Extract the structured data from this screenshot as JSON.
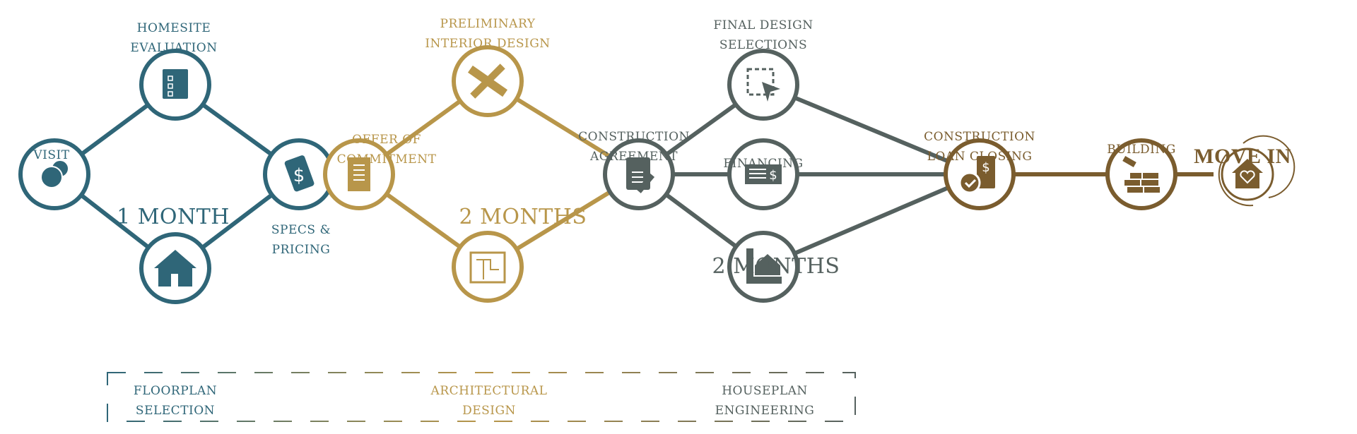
{
  "colors": {
    "phase1": "#2f6678",
    "phase2": "#b8964a",
    "phase3": "#55615f",
    "phase4": "#7a5c2e"
  },
  "steps": {
    "visit": {
      "label": "VISIT",
      "icon": "chat-bubbles-icon"
    },
    "homesite": {
      "label": "HOMESITE\nEVALUATION",
      "icon": "clipboard-checklist-icon"
    },
    "floorplan": {
      "label": "FLOORPLAN\nSELECTION",
      "icon": "house-icon"
    },
    "specs": {
      "label": "SPECS &\nPRICING",
      "icon": "price-tag-icon"
    },
    "offer": {
      "label": "OFFER OF\nCOMMITMENT",
      "icon": "document-icon"
    },
    "preliminary": {
      "label": "PRELIMINARY\nINTERIOR DESIGN",
      "icon": "pencil-ruler-icon"
    },
    "architectural": {
      "label": "ARCHITECTURAL\nDESIGN",
      "icon": "blueprint-icon"
    },
    "construction_agreement": {
      "label": "CONSTRUCTION\nAGREEMENT",
      "icon": "contract-signature-icon"
    },
    "final_design": {
      "label": "FINAL DESIGN\nSELECTIONS",
      "icon": "selection-cursor-icon"
    },
    "financing": {
      "label": "FINANCING",
      "icon": "check-bill-icon"
    },
    "houseplan": {
      "label": "HOUSEPLAN\nENGINEERING",
      "icon": "house-ruler-icon"
    },
    "loan_closing": {
      "label": "CONSTRUCTION\nLOAN CLOSING",
      "icon": "loan-approved-icon"
    },
    "building": {
      "label": "BUILDING",
      "icon": "brick-wall-icon"
    },
    "move_in": {
      "label": "MOVE IN",
      "icon": "house-heart-icon"
    }
  },
  "durations": {
    "phase1": "1 MONTH",
    "phase2": "2 MONTHS",
    "phase3": "2 MONTHS"
  }
}
